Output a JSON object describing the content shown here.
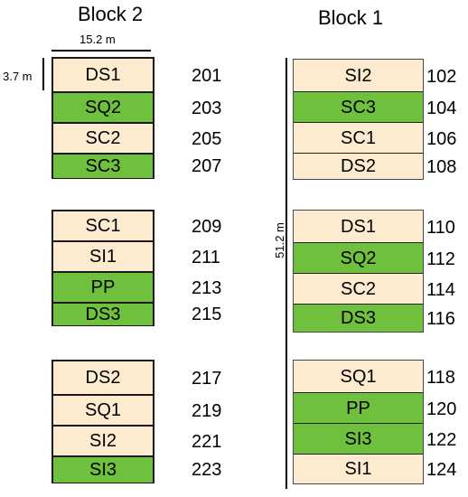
{
  "block2": {
    "title": "Block 2",
    "width_label": "15.2 m",
    "height_label": "3.7 m",
    "groups": [
      [
        {
          "treatment": "DS1",
          "number": "201",
          "color": "cream"
        },
        {
          "treatment": "SQ2",
          "number": "203",
          "color": "green"
        },
        {
          "treatment": "SC2",
          "number": "205",
          "color": "cream"
        },
        {
          "treatment": "SC3",
          "number": "207",
          "color": "green"
        }
      ],
      [
        {
          "treatment": "SC1",
          "number": "209",
          "color": "cream"
        },
        {
          "treatment": "SI1",
          "number": "211",
          "color": "cream"
        },
        {
          "treatment": "PP",
          "number": "213",
          "color": "green"
        },
        {
          "treatment": "DS3",
          "number": "215",
          "color": "green"
        }
      ],
      [
        {
          "treatment": "DS2",
          "number": "217",
          "color": "cream"
        },
        {
          "treatment": "SQ1",
          "number": "219",
          "color": "cream"
        },
        {
          "treatment": "SI2",
          "number": "221",
          "color": "cream"
        },
        {
          "treatment": "SI3",
          "number": "223",
          "color": "green"
        }
      ]
    ]
  },
  "block1": {
    "title": "Block 1",
    "length_label": "51.2 m",
    "groups": [
      [
        {
          "treatment": "SI2",
          "number": "102",
          "color": "cream"
        },
        {
          "treatment": "SC3",
          "number": "104",
          "color": "green"
        },
        {
          "treatment": "SC1",
          "number": "106",
          "color": "cream"
        },
        {
          "treatment": "DS2",
          "number": "108",
          "color": "cream"
        }
      ],
      [
        {
          "treatment": "DS1",
          "number": "110",
          "color": "cream"
        },
        {
          "treatment": "SQ2",
          "number": "112",
          "color": "green"
        },
        {
          "treatment": "SC2",
          "number": "114",
          "color": "cream"
        },
        {
          "treatment": "DS3",
          "number": "116",
          "color": "green"
        }
      ],
      [
        {
          "treatment": "SQ1",
          "number": "118",
          "color": "cream"
        },
        {
          "treatment": "PP",
          "number": "120",
          "color": "green"
        },
        {
          "treatment": "SI3",
          "number": "122",
          "color": "green"
        },
        {
          "treatment": "SI1",
          "number": "124",
          "color": "cream"
        }
      ]
    ]
  },
  "colors": {
    "cream": "#fdebd0",
    "green": "#6ec03d"
  }
}
